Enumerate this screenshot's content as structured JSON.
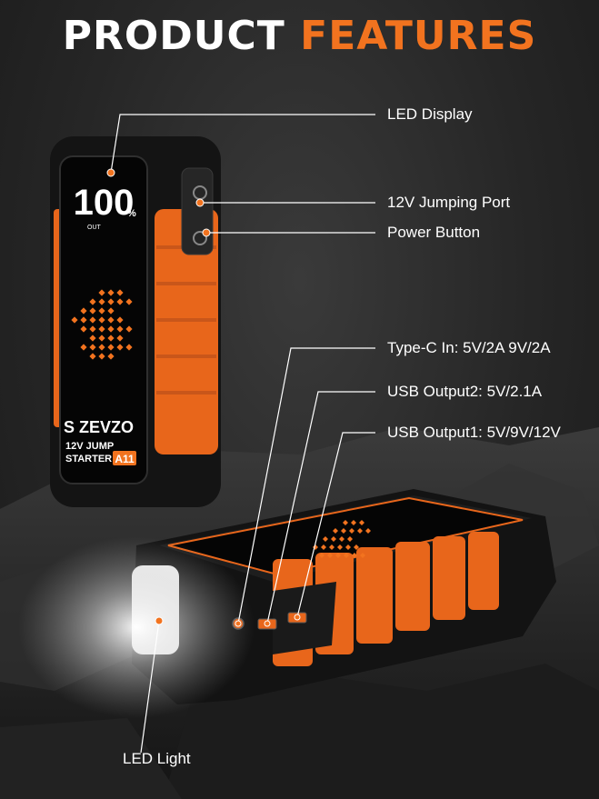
{
  "title": {
    "part1": "PRODUCT",
    "part2": "FEATURES"
  },
  "colors": {
    "accent": "#f2731f",
    "body": "#1b1b1b",
    "rubber": "#e8661b",
    "text": "#ffffff"
  },
  "device": {
    "display_percent": "100",
    "percent_sign": "%",
    "out_label": "OUT",
    "brand": "S ZEVZO",
    "model_line1": "12V JUMP",
    "model_line2": "STARTER",
    "model_badge": "A11"
  },
  "features": {
    "led_display": "LED Display",
    "jumping_port": "12V Jumping Port",
    "power_button": "Power Button",
    "type_c": "Type-C In: 5V/2A 9V/2A",
    "usb_output2": "USB Output2: 5V/2.1A",
    "usb_output1": "USB Output1: 5V/9V/12V",
    "led_light": "LED Light"
  }
}
